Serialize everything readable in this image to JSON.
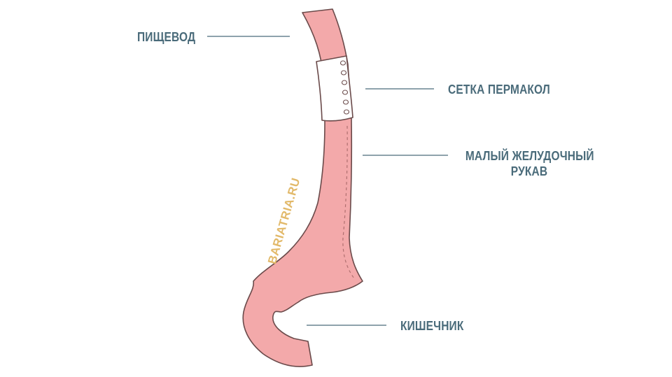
{
  "labels": {
    "esophagus": "ПИЩЕВОД",
    "mesh": "СЕТКА ПЕРМАКОЛ",
    "sleeve_line1": "МАЛЫЙ ЖЕЛУДОЧНЫЙ",
    "sleeve_line2": "РУКАВ",
    "intestine": "КИШЕЧНИК"
  },
  "watermark": "BARIATRIA.RU",
  "colors": {
    "tissue_fill": "#f3a9aa",
    "tissue_outline": "#6a4a4a",
    "mesh_fill": "#ffffff",
    "label_text": "#4a6b7a",
    "watermark_text": "#e2b96a"
  }
}
